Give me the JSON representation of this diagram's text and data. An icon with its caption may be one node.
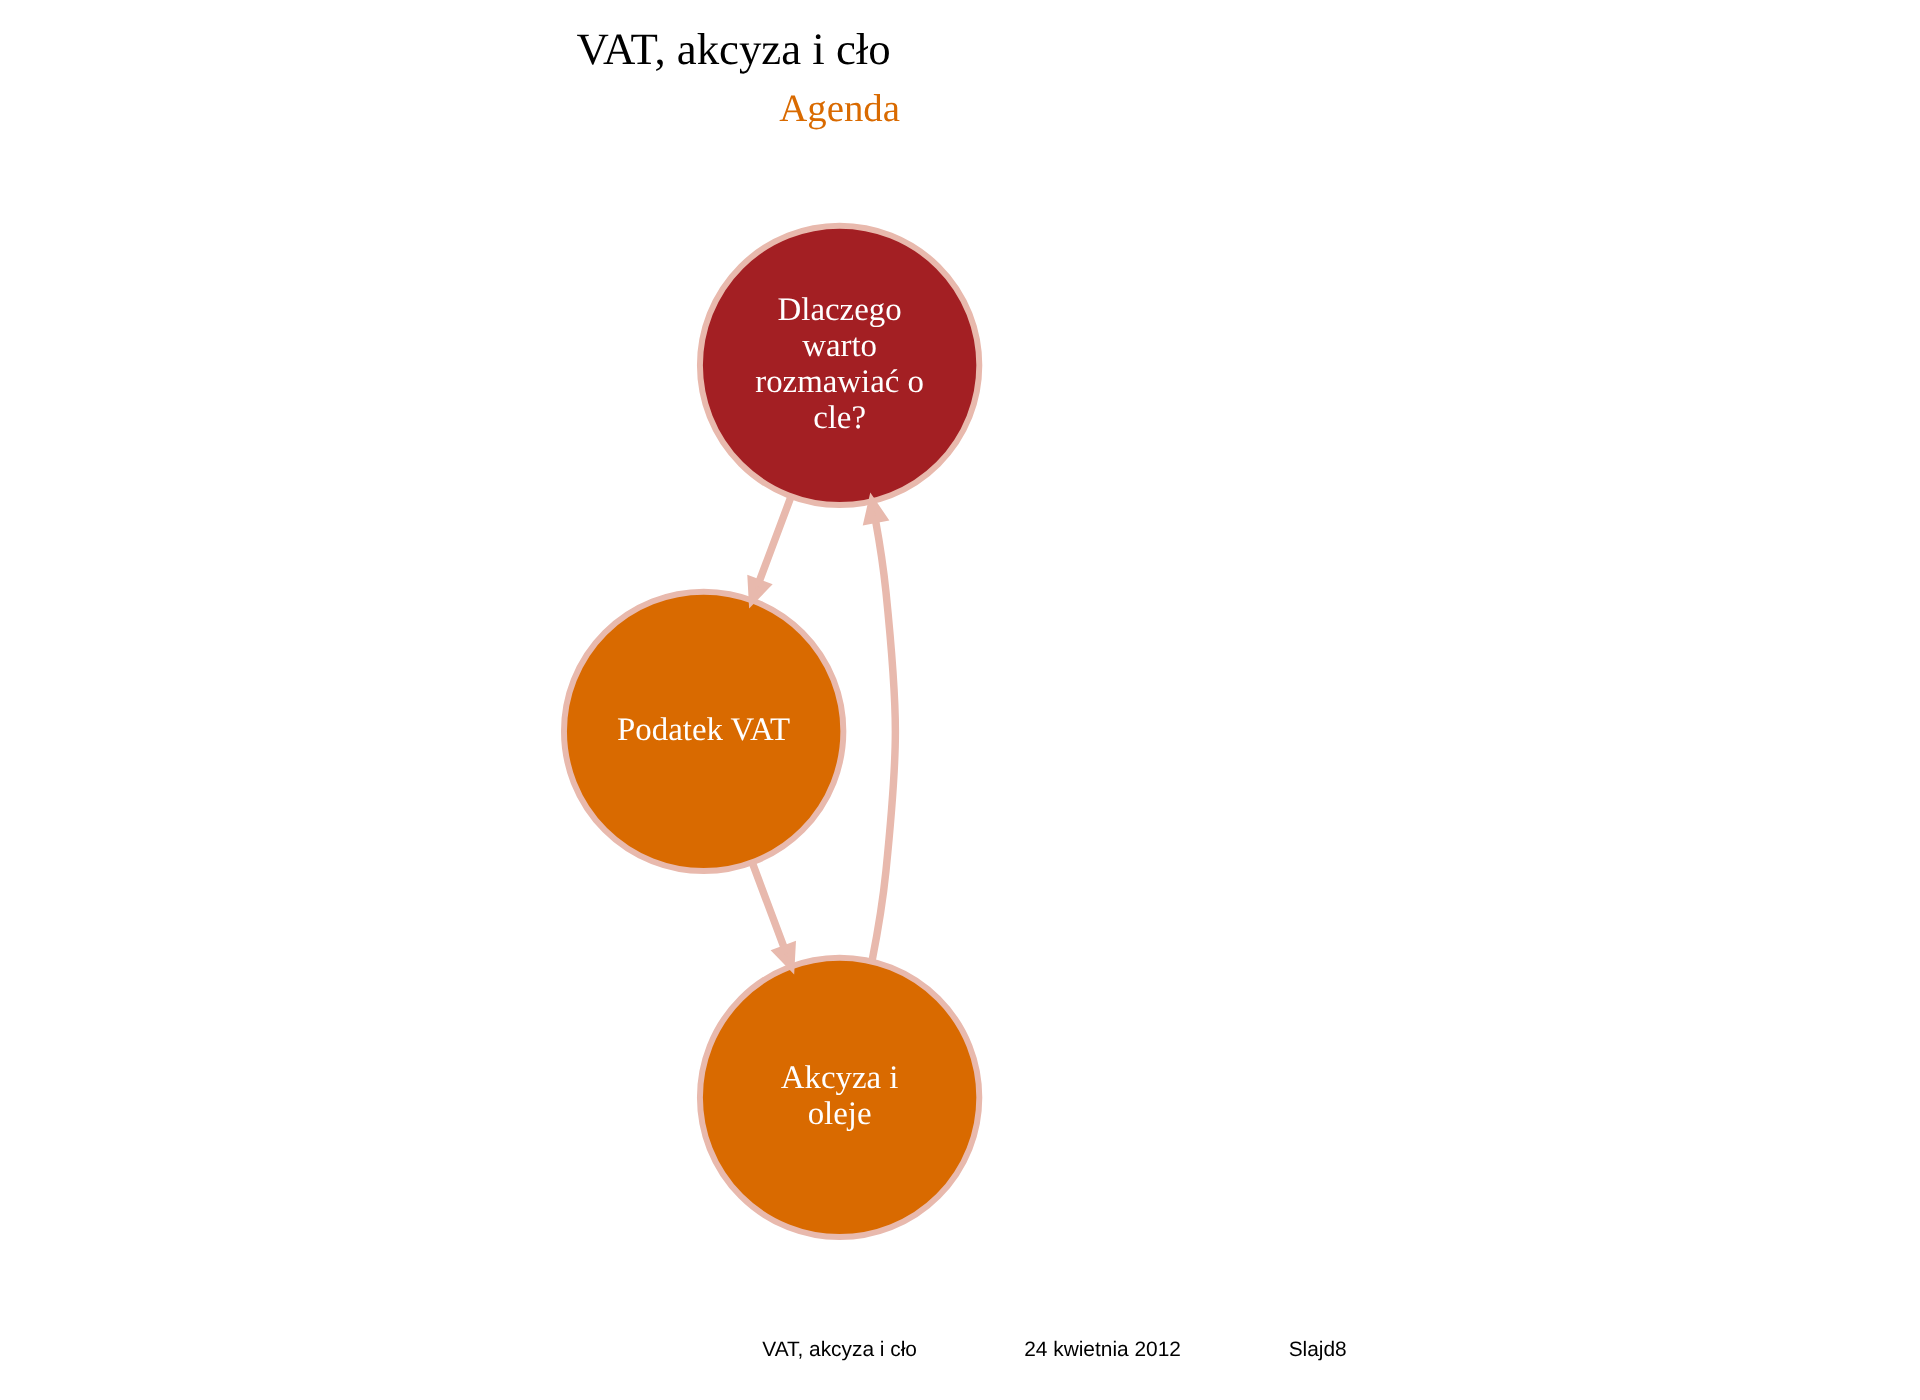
{
  "diagram": {
    "title": "VAT, akcyza i cło",
    "nodes": [
      {
        "text": [
          "Dlaczego warto rozmawiać o cle?"
        ]
      },
      {
        "text": [
          "Podatek VAT"
        ]
      },
      {
        "text": [
          "Akcyza i oleje"
        ]
      }
    ],
    "edges": [
      {
        "from": 0,
        "to": 1,
        "arrow": "to"
      },
      {
        "from": 1,
        "to": 2,
        "arrow": "to"
      },
      {
        "from": 2,
        "to": 0,
        "arrow": "to"
      }
    ],
    "labels": [
      "Agenda",
      "VAT, akcyza i cło",
      "24 kwietnia 2012",
      "Slajd8"
    ]
  }
}
